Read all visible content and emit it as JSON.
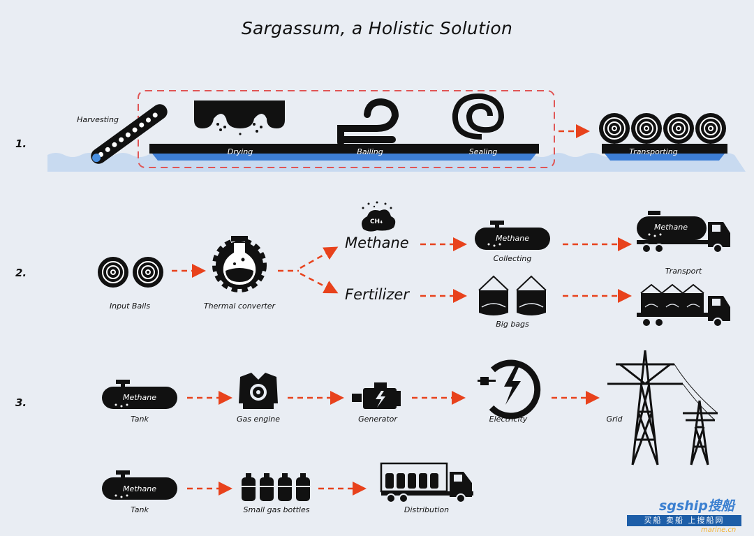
{
  "title": "Sargassum, a Holistic Solution",
  "rows": {
    "r1": "1.",
    "r2": "2.",
    "r3": "3."
  },
  "row1": {
    "harvesting": "Harvesting",
    "drying": "Drying",
    "bailing": "Bailing",
    "sealing": "Sealing",
    "transporting": "Transporting"
  },
  "row2": {
    "input_bails": "Input Bails",
    "thermal_converter": "Thermal converter",
    "methane": "Methane",
    "fertilizer": "Fertilizer",
    "ch4": "CH₄",
    "tank_methane": "Methane",
    "collecting": "Collecting",
    "truck_methane": "Methane",
    "transport": "Transport",
    "big_bags": "Big bags"
  },
  "row3": {
    "tank_methane": "Methane",
    "tank": "Tank",
    "gas_engine": "Gas engine",
    "generator": "Generator",
    "electricity": "Electricity",
    "grid": "Grid"
  },
  "row4": {
    "tank_methane": "Methane",
    "tank": "Tank",
    "small_gas_bottles": "Small gas bottles",
    "distribution": "Distribution"
  },
  "watermark": {
    "brand": "sgship搜船",
    "bar": "买船 卖船 上搜船网",
    "site": "marine.cn"
  },
  "colors": {
    "arrow": "#e8421c",
    "dashed_box": "#e05555",
    "water": "#4a90e2",
    "icon": "#111111"
  }
}
